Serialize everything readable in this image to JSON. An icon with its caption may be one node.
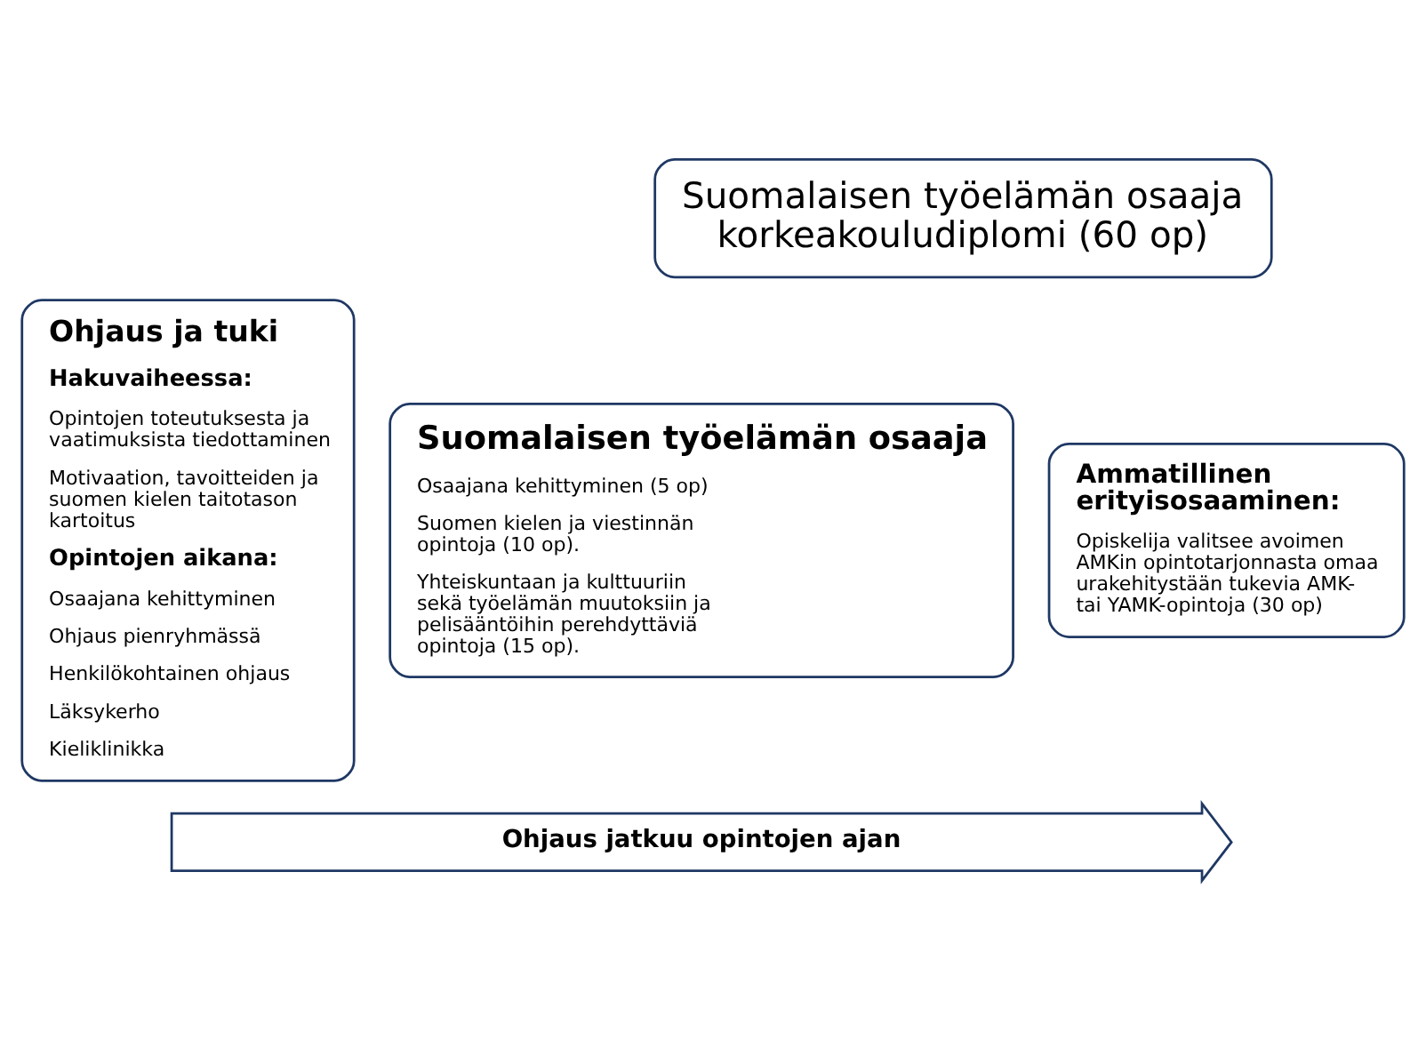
{
  "diagram": {
    "nodes": [
      {
        "text": [
          "Ohjaus ja tuki",
          "Hakuvaiheessa:",
          "Opintojen toteutuksesta ja vaatimuksista tiedottaminen",
          "Motivaation, tavoitteiden ja suomen kielen taitotason kartoitus",
          "Opintojen aikana:",
          "Osaajana kehittyminen",
          "Ohjaus pienryhmässä",
          "Henkilökohtainen ohjaus",
          "Läksykerho",
          "Kieliklinikka"
        ]
      },
      {
        "text": [
          "Suomalaisen työelämän osaaja korkeakouludiplomi (60 op)"
        ]
      },
      {
        "text": [
          "Suomalaisen työelämän osaaja",
          "Osaajana kehittyminen (5 op)",
          "Suomen kielen ja viestinnän opintoja (10 op).",
          "Yhteiskuntaan ja kulttuuriin sekä työelämän muutoksiin ja pelisääntöihin perehdyttäviä opintoja (15 op)."
        ]
      },
      {
        "text": [
          "Ammatillinen erityisosaaminen:",
          "Opiskelija valitsee avoimen AMKin opintotarjonnasta omaa urakehitystään tukevia AMK- tai YAMK-opintoja (30 op)"
        ]
      },
      {
        "text": [
          "Ohjaus jatkuu opintojen ajan"
        ]
      }
    ]
  }
}
